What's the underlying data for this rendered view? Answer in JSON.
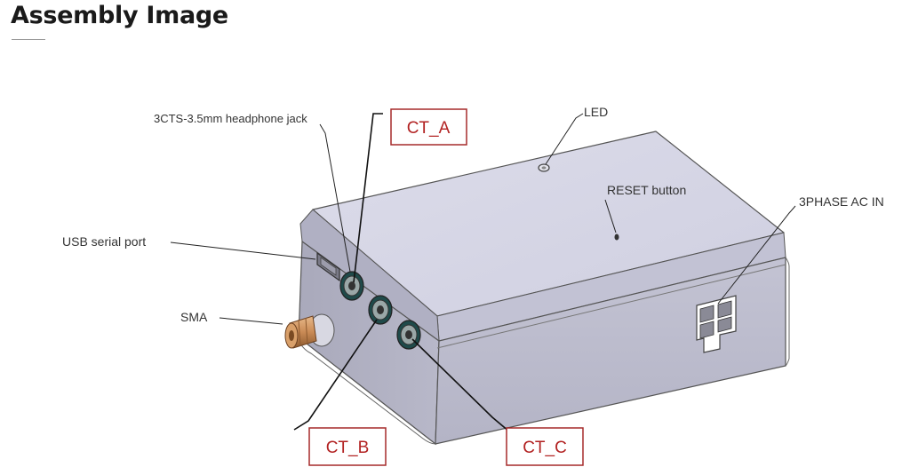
{
  "heading": {
    "title": "Assembly Image"
  },
  "callouts": {
    "headphone_jack": "3CTS-3.5mm headphone jack",
    "usb_port": "USB serial port",
    "sma": "SMA",
    "led": "LED",
    "reset_button": "RESET button",
    "ac_in": "3PHASE AC IN"
  },
  "ct_labels": {
    "a": "CT_A",
    "b": "CT_B",
    "c": "CT_C"
  },
  "colors": {
    "ct_label_text": "#b22222",
    "ct_box_border": "#a52a2a",
    "enclosure_fill": "#c9c9d8"
  }
}
